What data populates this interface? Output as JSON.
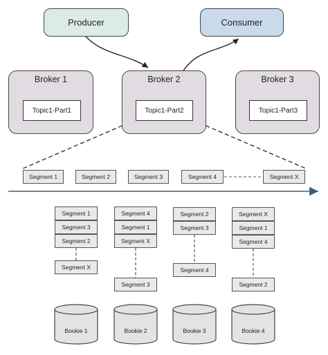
{
  "producer": {
    "label": "Producer"
  },
  "consumer": {
    "label": "Consumer"
  },
  "brokers": [
    {
      "label": "Broker 1",
      "topic": "Topic1-Part1"
    },
    {
      "label": "Broker 2",
      "topic": "Topic1-Part2"
    },
    {
      "label": "Broker 3",
      "topic": "Topic1-Part3"
    }
  ],
  "timeline_segments": [
    "Segment 1",
    "Segment 2",
    "Segment 3",
    "Segment 4",
    "Segment X"
  ],
  "bookies": [
    {
      "label": "Bookie 1",
      "segments": [
        "Segment 1",
        "Segment 3",
        "Segment 2"
      ],
      "bottom_segment": "Segment X"
    },
    {
      "label": "Bookie 2",
      "segments": [
        "Segment 4",
        "Segment 1",
        "Segment X"
      ],
      "bottom_segment": "Segment 3"
    },
    {
      "label": "Bookie 3",
      "segments": [
        "Segment 2",
        "Segment 3"
      ],
      "bottom_segment": "Segment 4"
    },
    {
      "label": "Bookie 4",
      "segments": [
        "Segment X",
        "Segment 1",
        "Segment 4"
      ],
      "bottom_segment": "Segment 2"
    }
  ],
  "colors": {
    "producer_fill": "#dcebe6",
    "consumer_fill": "#c9daea",
    "broker_fill": "#e2dce2",
    "segment_fill": "#e9e9e9",
    "cylinder_fill": "#e3e3e3",
    "line": "#333333",
    "timeline": "#3b5d79"
  }
}
